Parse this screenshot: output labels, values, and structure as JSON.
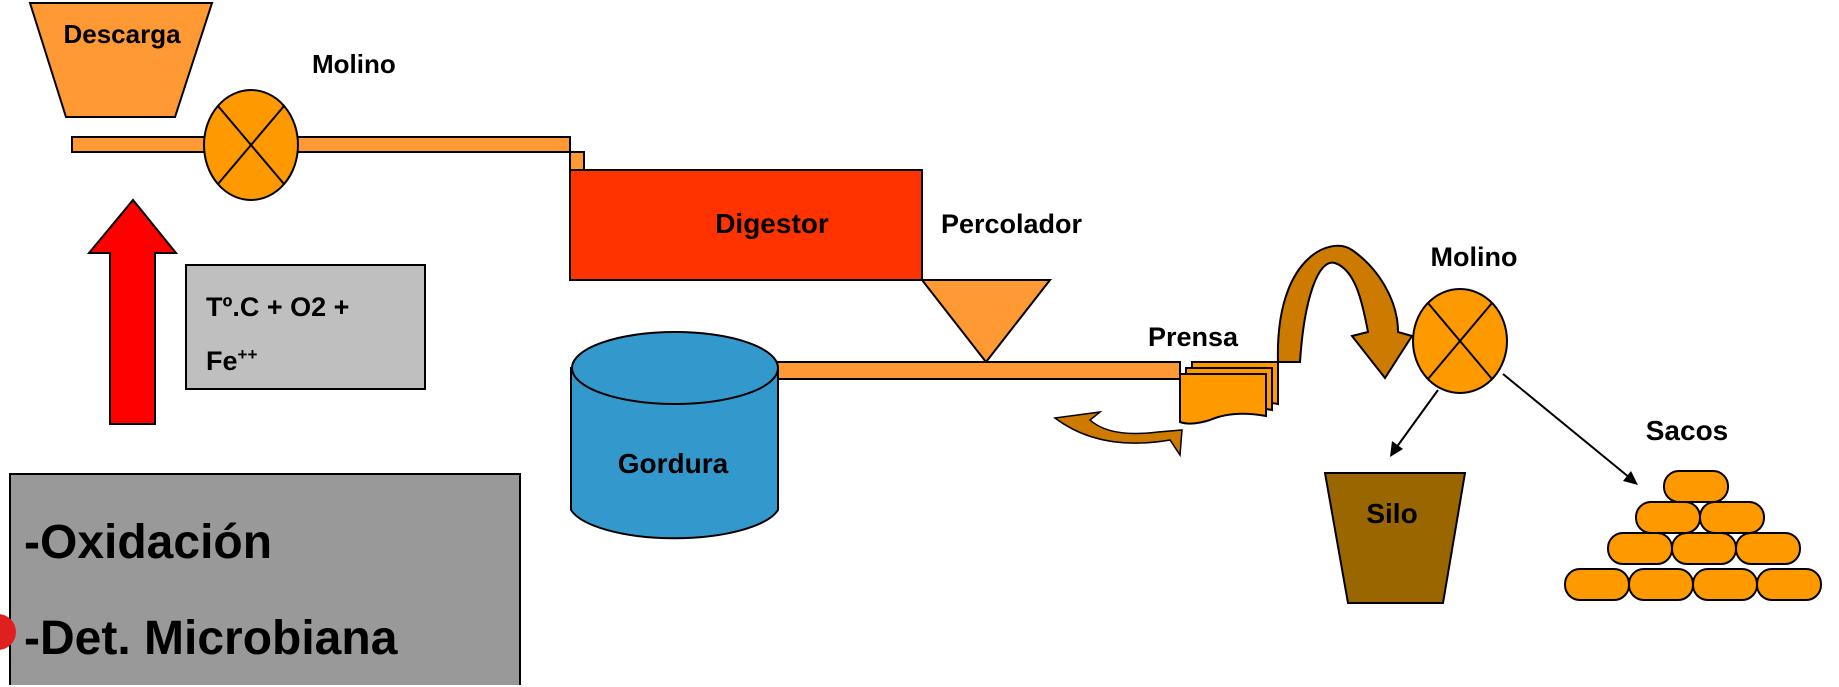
{
  "labels": {
    "descarga": "Descarga",
    "molino_1": "Molino",
    "digestor": "Digestor",
    "percolador": "Percolador",
    "molino_2": "Molino",
    "prensa": "Prensa",
    "gordura": "Gordura",
    "silo": "Silo",
    "sacos": "Sacos"
  },
  "factors_box": {
    "line1": "Tº.C + O2 +",
    "line2_base": "Fe",
    "line2_sup": "++"
  },
  "effects_box": {
    "items": [
      "-Oxidación",
      "-Det. Microbiana"
    ]
  },
  "colors": {
    "light_orange": "#FF9933",
    "orange": "#FF9900",
    "digestor_red": "#FF3300",
    "tank_blue": "#3399CC",
    "silo_brown": "#996600",
    "arrow_red": "#FF0000",
    "factors_gray": "#BFBFBF",
    "effects_gray": "#999999",
    "curve_brown": "#CC7A00"
  }
}
